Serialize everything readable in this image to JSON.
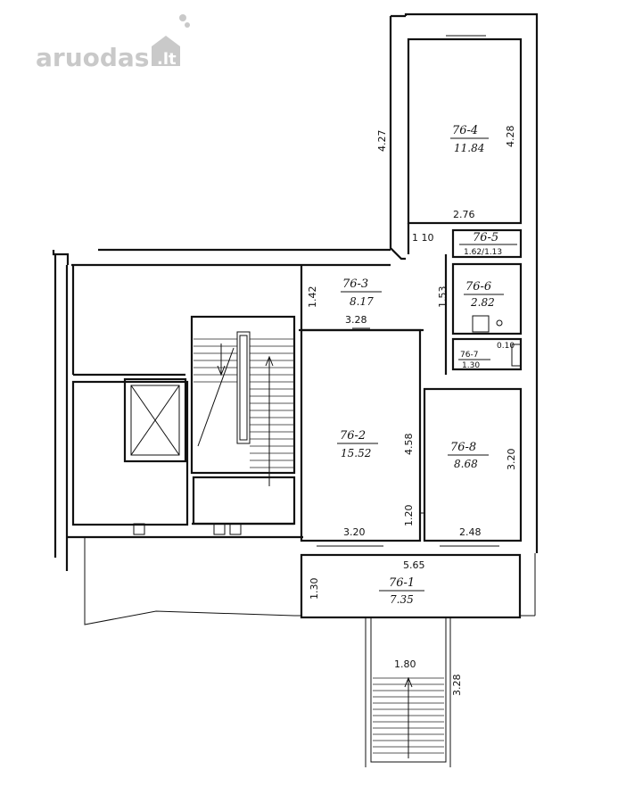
{
  "watermark": {
    "brand": "aruodas",
    "tld": ".lt"
  },
  "rooms": [
    {
      "id": "76-4",
      "area": "11.84"
    },
    {
      "id": "76-5",
      "area": "1.62/1.13"
    },
    {
      "id": "76-6",
      "area": "2.82"
    },
    {
      "id": "76-3",
      "area": "8.17"
    },
    {
      "id": "76-7",
      "area": "1.30"
    },
    {
      "id": "76-2",
      "area": "15.52"
    },
    {
      "id": "76-8",
      "area": "8.68"
    },
    {
      "id": "76-1",
      "area": "7.35"
    }
  ],
  "dimensions": {
    "d_4_27": "4.27",
    "d_4_28": "4.28",
    "d_2_76": "2.76",
    "d_1_10": "1 10",
    "d_1_42": "1.42",
    "d_1_53": "1.53",
    "d_3_28_top": "3.28",
    "d_0_10": "0.10",
    "d_4_58": "4.58",
    "d_3_20_right": "3.20",
    "d_1_20": "1.20",
    "d_3_20_bottom": "3.20",
    "d_2_48": "2.48",
    "d_5_65": "5.65",
    "d_1_30": "1.30",
    "d_1_80": "1.80",
    "d_3_28_stair": "3.28"
  },
  "colors": {
    "line": "#111111",
    "watermark": "#c9c9c9"
  }
}
